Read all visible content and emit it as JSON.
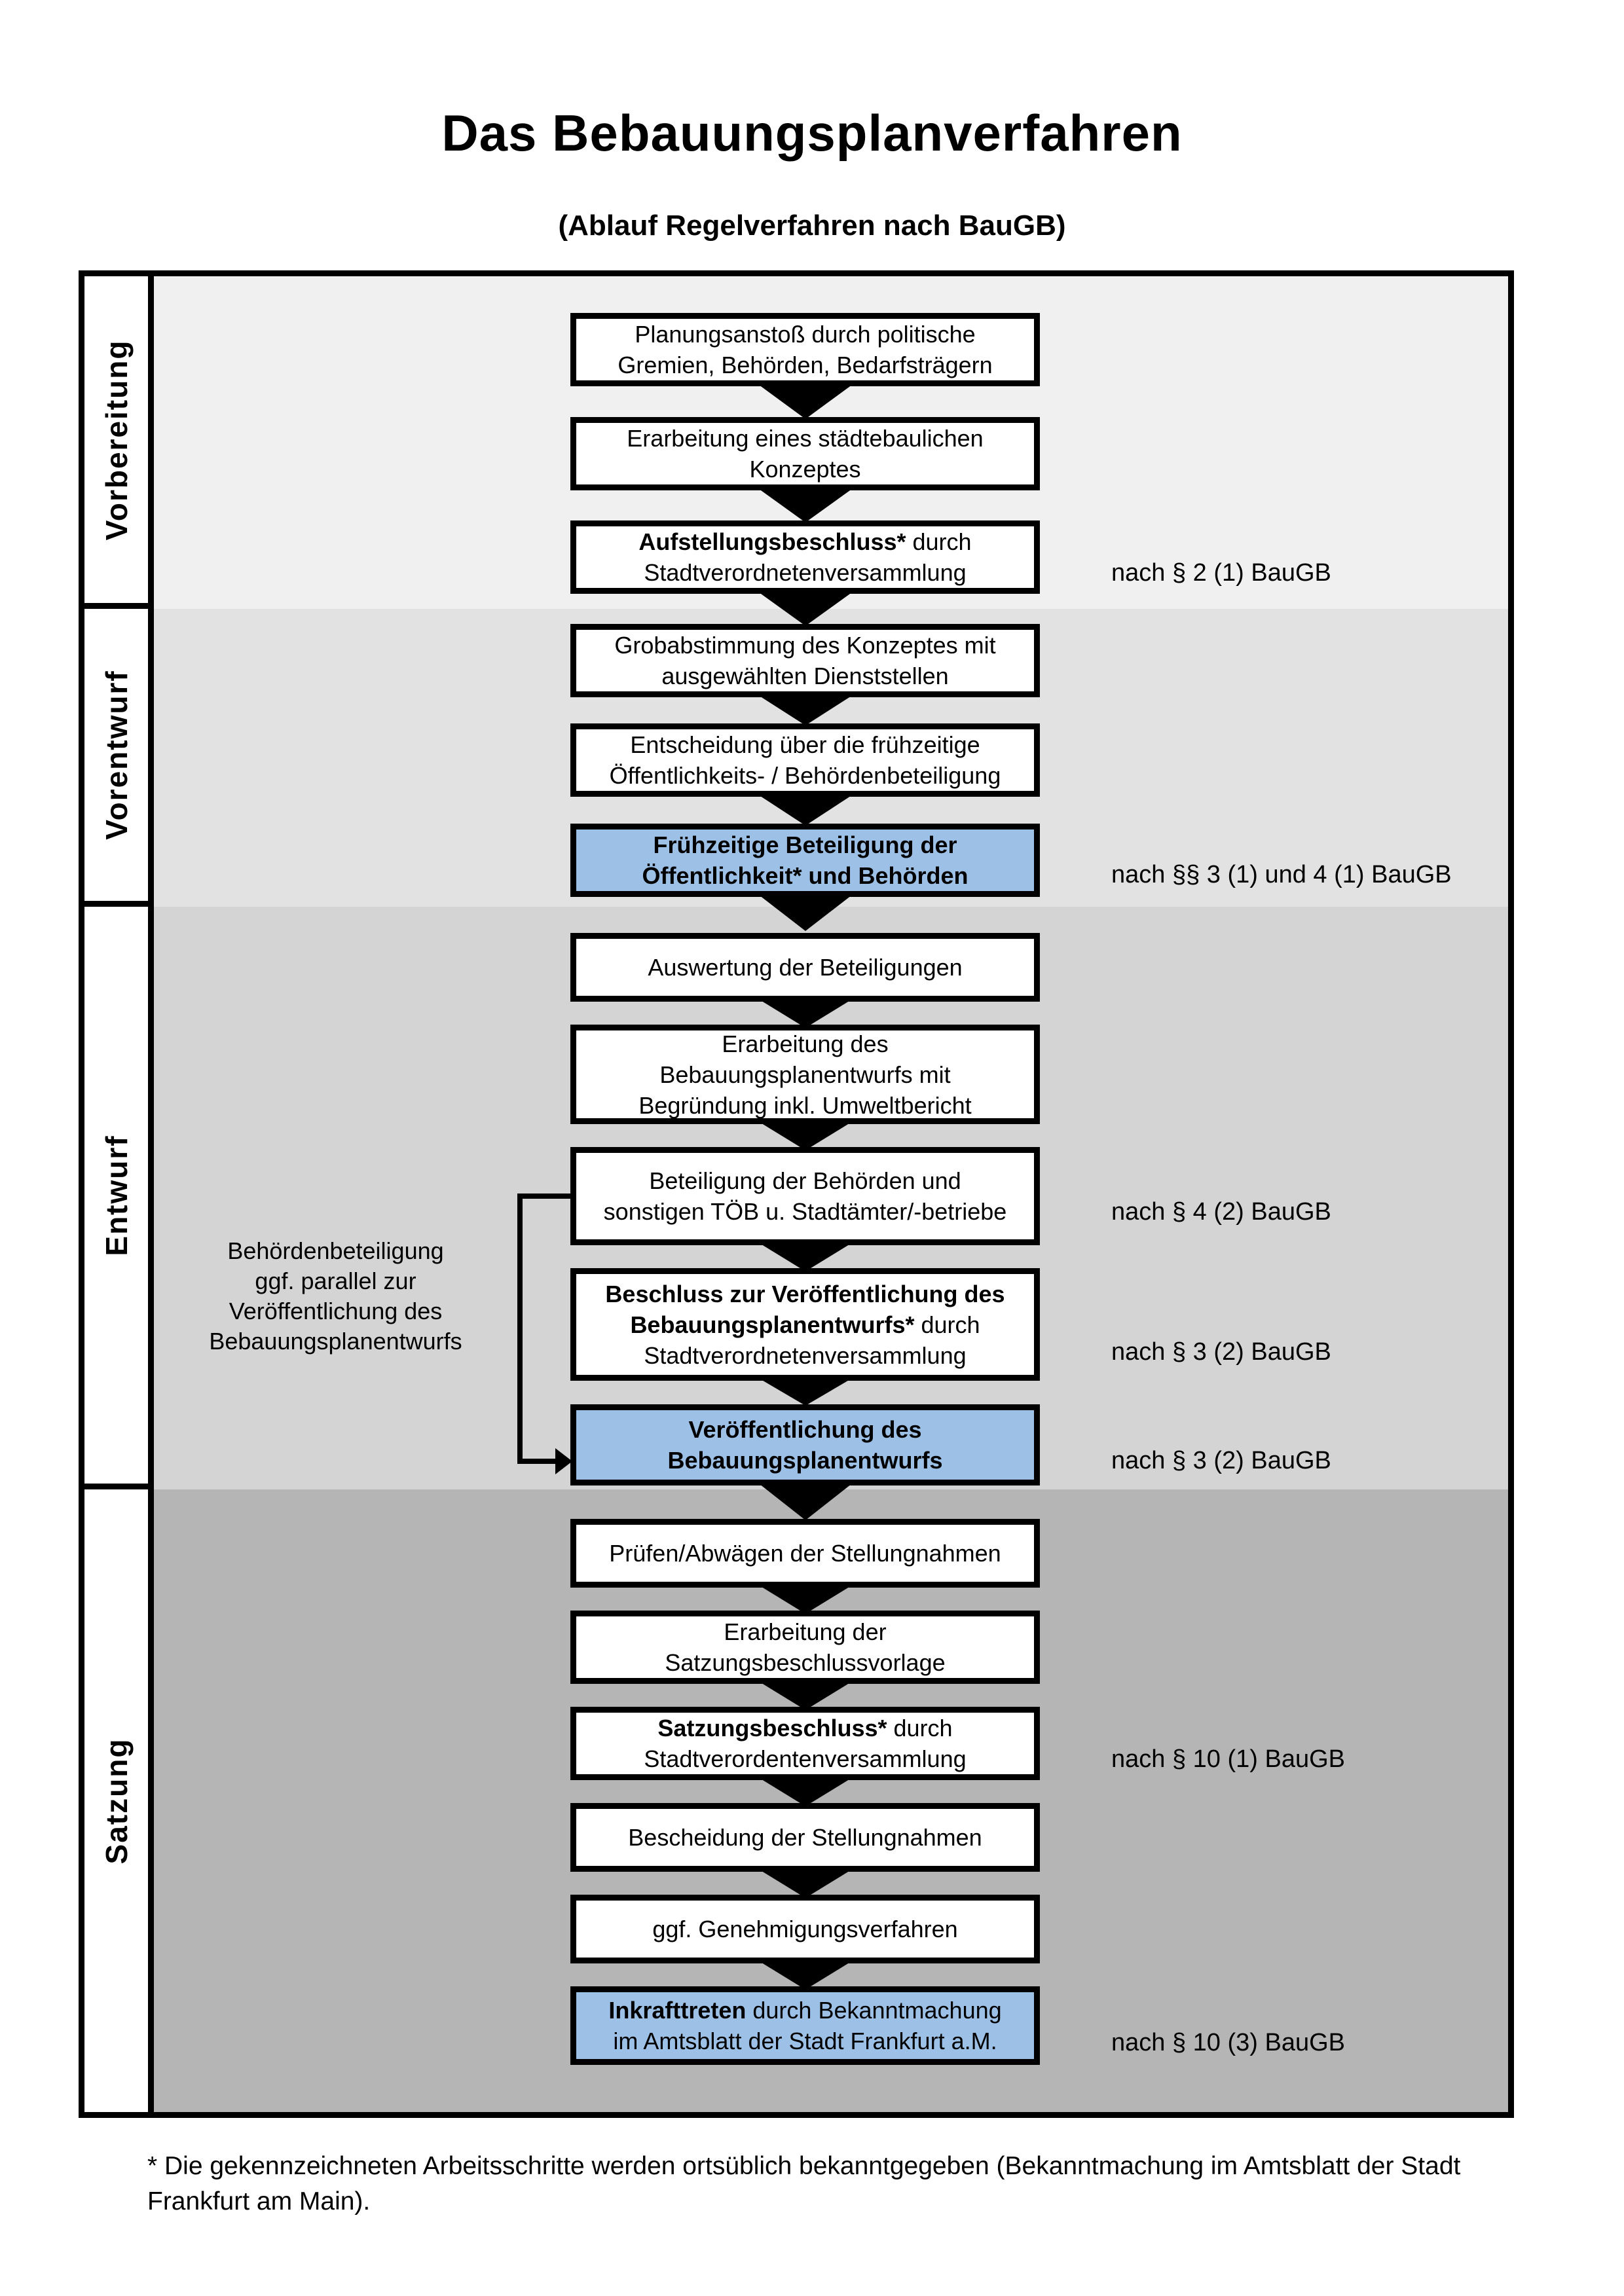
{
  "header": {
    "title": "Das Bebauungsplanverfahren",
    "subtitle": "(Ablauf Regelverfahren nach BauGB)"
  },
  "sections": [
    {
      "label": "Vorbereitung"
    },
    {
      "label": "Vorentwurf"
    },
    {
      "label": "Entwurf"
    },
    {
      "label": "Satzung"
    }
  ],
  "boxes": {
    "b1": {
      "line1": "Planungsanstoß durch politische",
      "line2": "Gremien, Behörden, Bedarfsträgern"
    },
    "b2": {
      "line1": "Erarbeitung eines städtebaulichen",
      "line2": "Konzeptes"
    },
    "b3": {
      "line1_bold": "Aufstellungsbeschluss*",
      "line1_rest": " durch",
      "line2": "Stadtverordnetenversammlung"
    },
    "b4": {
      "line1": "Grobabstimmung des Konzeptes mit",
      "line2": "ausgewählten Dienststellen"
    },
    "b5": {
      "line1": "Entscheidung über die frühzeitige",
      "line2": "Öffentlichkeits- / Behördenbeteiligung"
    },
    "b6": {
      "line1": "Frühzeitige Beteiligung der",
      "line2": "Öffentlichkeit* und Behörden"
    },
    "b7": {
      "line1": "Auswertung der Beteiligungen"
    },
    "b8": {
      "line1": "Erarbeitung des",
      "line2": "Bebauungsplanentwurfs mit",
      "line3": "Begründung inkl. Umweltbericht"
    },
    "b9": {
      "line1": "Beteiligung der Behörden und",
      "line2": "sonstigen TÖB u. Stadtämter/-betriebe"
    },
    "b10": {
      "line1_bold": "Beschluss zur Veröffentlichung des",
      "line2_bold": "Bebauungsplanentwurfs*",
      "line2_rest": " durch",
      "line3": "Stadtverordnetenversammlung"
    },
    "b11": {
      "line1": "Veröffentlichung des",
      "line2": "Bebauungsplanentwurfs"
    },
    "b12": {
      "line1": "Prüfen/Abwägen der Stellungnahmen"
    },
    "b13": {
      "line1": "Erarbeitung der",
      "line2": "Satzungsbeschlussvorlage"
    },
    "b14": {
      "line1_bold": "Satzungsbeschluss*",
      "line1_rest": " durch",
      "line2": "Stadtverordentenversammlung"
    },
    "b15": {
      "line1": "Bescheidung der Stellungnahmen"
    },
    "b16": {
      "line1": "ggf. Genehmigungsverfahren"
    },
    "b17": {
      "line1_bold": "Inkrafttreten",
      "line1_rest": " durch Bekanntmachung",
      "line2": "im Amtsblatt der Stadt Frankfurt a.M."
    }
  },
  "annotations": [
    {
      "text": "nach § 2 (1) BauGB"
    },
    {
      "text": "nach §§ 3 (1) und 4 (1) BauGB"
    },
    {
      "text": "nach § 4 (2) BauGB"
    },
    {
      "text": "nach § 3 (2) BauGB"
    },
    {
      "text": "nach § 3 (2) BauGB"
    },
    {
      "text": "nach § 10 (1) BauGB"
    },
    {
      "text": "nach § 10 (3) BauGB"
    }
  ],
  "side_note": {
    "line1": "Behördenbeteiligung",
    "line2": "ggf. parallel zur",
    "line3": "Veröffentlichung des",
    "line4": "Bebauungsplanentwurfs"
  },
  "footnote": {
    "line1": "* Die gekennzeichneten Arbeitsschritte werden ortsüblich bekanntgegeben (Bekanntmachung im Amtsblatt  der Stadt",
    "line2": "Frankfurt am Main)."
  },
  "colors": {
    "highlight_blue": "#9cc0e6",
    "band_vorbereitung": "#f0f0f0",
    "band_vorentwurf": "#e2e2e2",
    "band_entwurf": "#d4d4d4",
    "band_satzung": "#b5b5b5",
    "line_black": "#000000"
  }
}
